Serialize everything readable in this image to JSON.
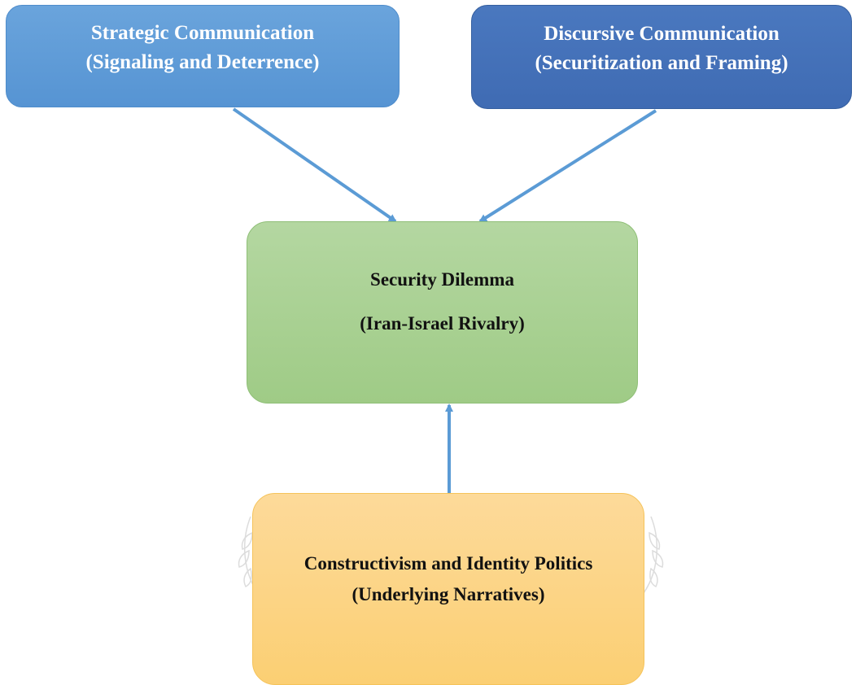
{
  "diagram": {
    "nodes": [
      {
        "id": "strategic",
        "title": "Strategic Communication",
        "subtitle": "(Signaling and Deterrence)",
        "fill": "#5f9cd8",
        "text_color": "#ffffff"
      },
      {
        "id": "discursive",
        "title": "Discursive Communication",
        "subtitle": "(Securitization and Framing)",
        "fill": "#4472b8",
        "text_color": "#ffffff"
      },
      {
        "id": "security",
        "title": "Security Dilemma",
        "subtitle": "(Iran-Israel Rivalry)",
        "fill": "#a9d18e",
        "text_color": "#111111"
      },
      {
        "id": "constructivism",
        "title": "Constructivism and Identity Politics",
        "subtitle": "(Underlying Narratives)",
        "fill": "#fdd583",
        "text_color": "#111111"
      }
    ],
    "edges": [
      {
        "from": "strategic",
        "to": "security"
      },
      {
        "from": "discursive",
        "to": "security"
      },
      {
        "from": "constructivism",
        "to": "security"
      }
    ],
    "edge_color": "#5b9bd5"
  }
}
